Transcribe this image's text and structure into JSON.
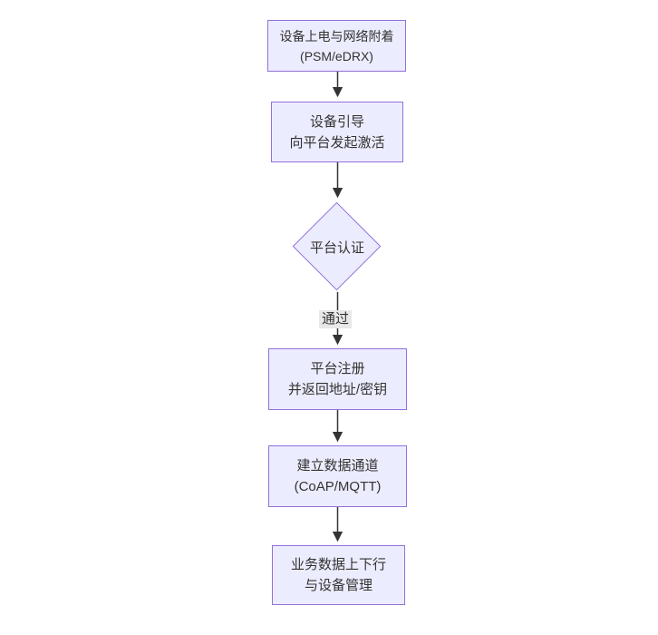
{
  "diagram": {
    "type": "flowchart",
    "direction": "top-down",
    "nodes": {
      "power_attach": {
        "line1": "设备上电与网络附着",
        "line2": "(PSM/eDRX)"
      },
      "bootstrap": {
        "line1": "设备引导",
        "line2": "向平台发起激活"
      },
      "auth": {
        "label": "平台认证"
      },
      "register": {
        "line1": "平台注册",
        "line2": "并返回地址/密钥"
      },
      "channel": {
        "line1": "建立数据通道",
        "line2": "(CoAP/MQTT)"
      },
      "business": {
        "line1": "业务数据上下行",
        "line2": "与设备管理"
      }
    },
    "edge_labels": {
      "auth_pass": "通过"
    },
    "colors": {
      "node_fill": "#ECECFF",
      "node_border": "#9370DB",
      "text": "#333333",
      "arrow": "#333333",
      "edge_label_bg": "#e8e8e8",
      "background": "#ffffff"
    }
  }
}
